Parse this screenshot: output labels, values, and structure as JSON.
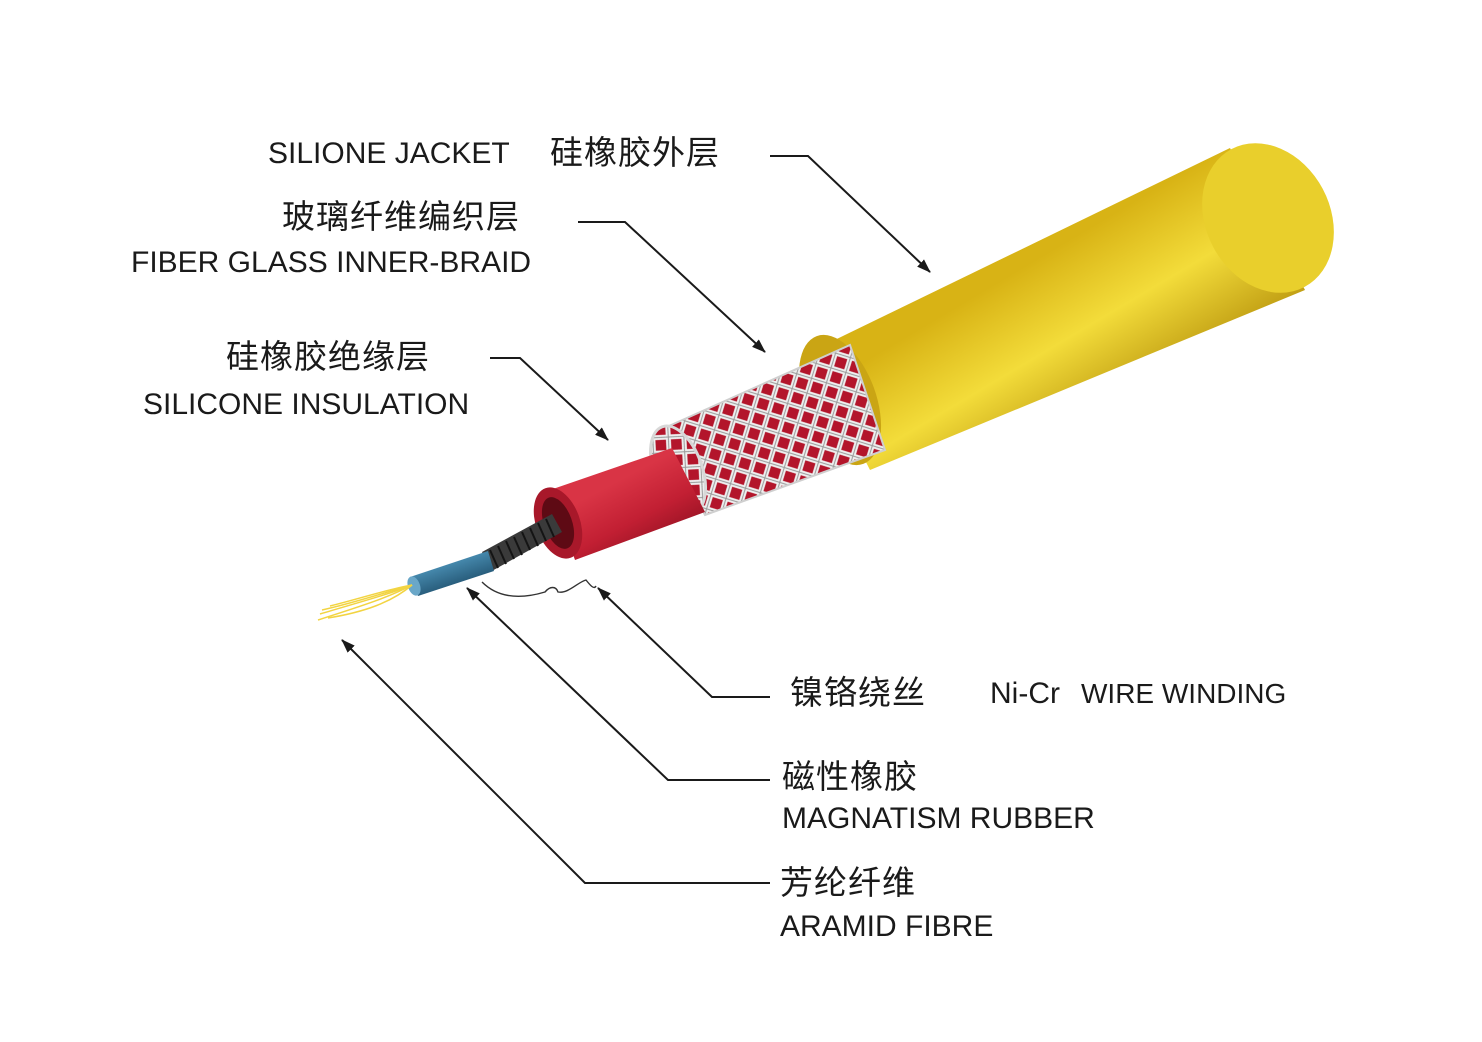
{
  "labels": {
    "jacket": {
      "en": "SILIONE JACKET",
      "zh": "硅橡胶外层"
    },
    "braid": {
      "zh": "玻璃纤维编织层",
      "en": "FIBER GLASS INNER-BRAID"
    },
    "insulation": {
      "zh": "硅橡胶绝缘层",
      "en": "SILICONE INSULATION"
    },
    "winding": {
      "zh": "镍铬绕丝",
      "en_prefix": "Ni-Cr",
      "en": "WIRE WINDING"
    },
    "rubber": {
      "zh": "磁性橡胶",
      "en": "MAGNATISM RUBBER"
    },
    "aramid": {
      "zh": "芳纶纤维",
      "en": "ARAMID FIBRE"
    }
  },
  "colors": {
    "jacket": "#e2c41e",
    "braid_base": "#b3152b",
    "braid_mesh": "#e8e8e8",
    "insulation": "#c21f33",
    "rubber": "#3a3a3a",
    "core": "#2f6e92",
    "fibre": "#f2d442",
    "leader": "#1a1a1a"
  },
  "icons": [
    "cable-cutaway-illustration",
    "arrow-head-icon"
  ]
}
